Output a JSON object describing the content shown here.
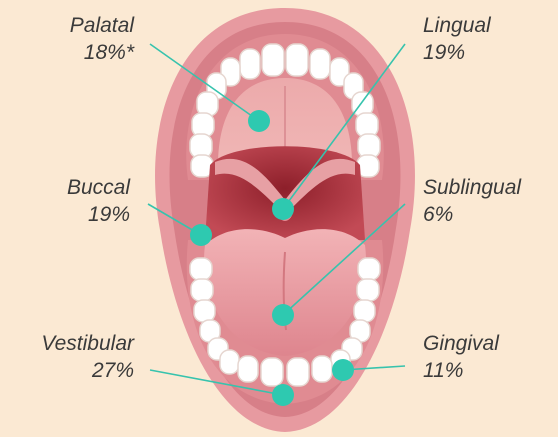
{
  "colors": {
    "background": "#fbe9d3",
    "marker": "#2ec9b0",
    "leader_line": "#37c3ad",
    "lip": "#e79aa0",
    "gum": "#e28f94",
    "palate": "#e8a3a5",
    "throat": "#a8323a",
    "tongue": "#e49199",
    "tooth": "#ffffff"
  },
  "sites": {
    "palatal": {
      "name": "Palatal",
      "value": "18%*"
    },
    "lingual": {
      "name": "Lingual",
      "value": "19%"
    },
    "buccal": {
      "name": "Buccal",
      "value": "19%"
    },
    "sublingual": {
      "name": "Sublingual",
      "value": "6%"
    },
    "vestibular": {
      "name": "Vestibular",
      "value": "27%"
    },
    "gingival": {
      "name": "Gingival",
      "value": "11%"
    }
  }
}
